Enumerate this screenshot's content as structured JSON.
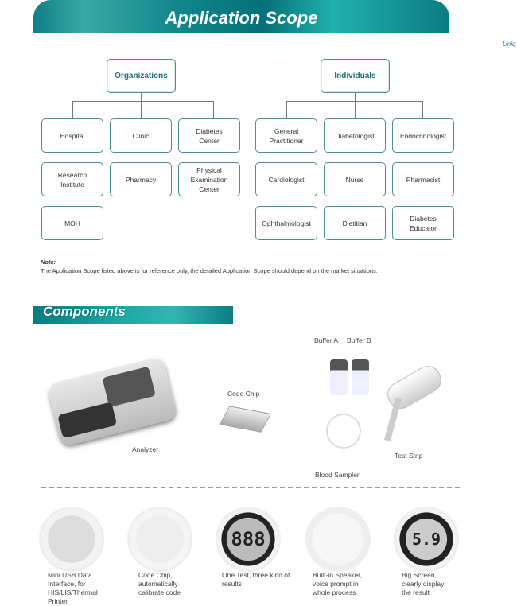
{
  "title": "Application Scope",
  "side_text": "Uniq",
  "organizations": {
    "label": "Organizations",
    "items": [
      "Hospital",
      "Clinic",
      "Diabetes Center",
      "Research Institute",
      "Pharmacy",
      "Physical Examination Center",
      "MOH"
    ]
  },
  "individuals": {
    "label": "Individuals",
    "items": [
      "General Practitioner",
      "Diabetologist",
      "Endocrinologist",
      "Cardiologist",
      "Nurse",
      "Pharmacist",
      "Ophthalmologist",
      "Dietitian",
      "Diabetes Educator"
    ]
  },
  "note": {
    "label": "Note:",
    "text": "The Application Scope listed above is for reference only, the detailed Application Scope should depend on the market situations."
  },
  "components": {
    "title": "Components",
    "labels": {
      "analyzer": "Analyzer",
      "code_chip": "Code Chip",
      "buffer_a": "Buffer A",
      "buffer_b": "Buffer B",
      "test_strip": "Test Strip",
      "blood_sampler": "Blood Sampler"
    }
  },
  "lcd": {
    "digits": "888",
    "reading": "5.9"
  },
  "features": [
    "Mini USB Data Interface, for HIS/LIS/Thermal Printer",
    "Code Chip, automatically calibrate code",
    "One Test, three kind of results",
    "Built-in Speaker, voice prompt in whole process",
    "Big Screen, clearly display the result"
  ]
}
